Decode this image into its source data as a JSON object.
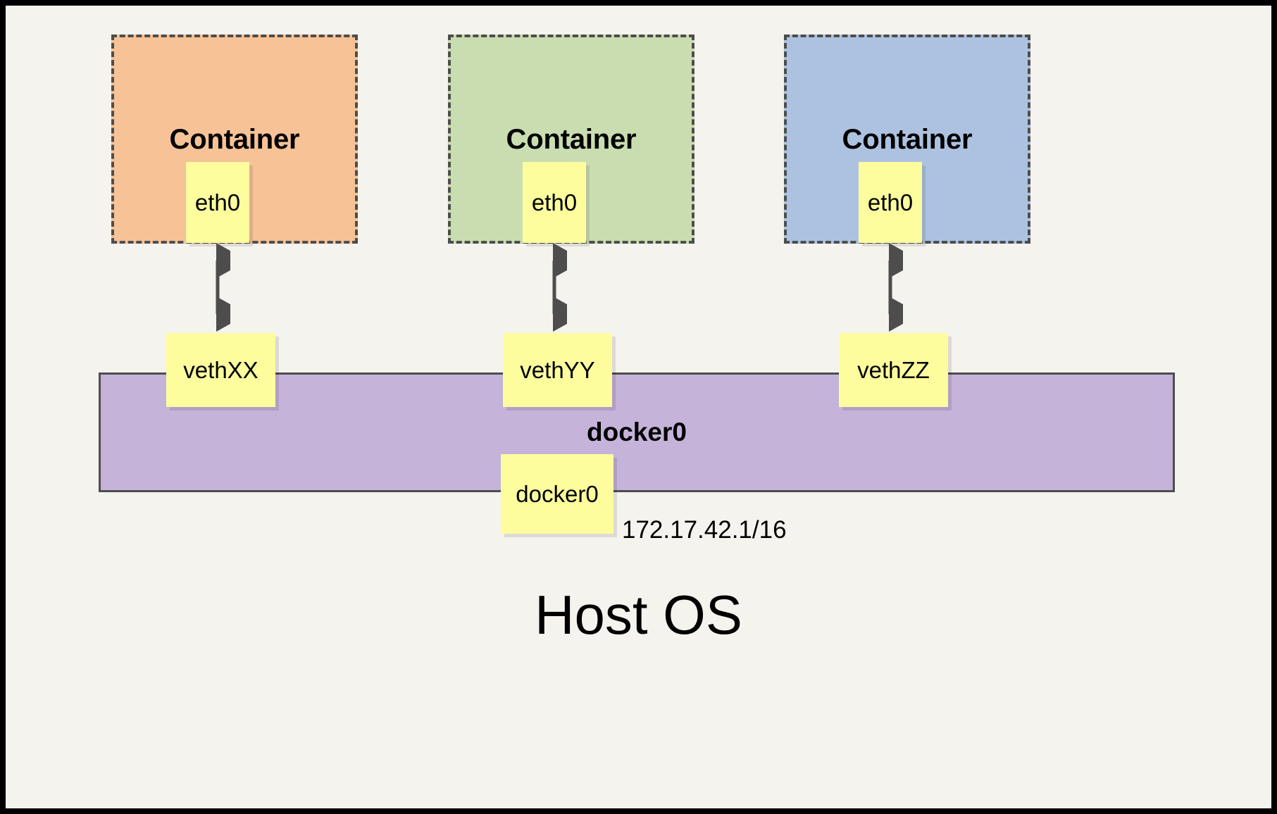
{
  "diagram": {
    "title_bottom": "Host OS",
    "background_color": "#f4f3ee",
    "frame_color": "#000000"
  },
  "containers": [
    {
      "label": "Container",
      "fill": "#f7c296",
      "border": "#4d4d4d",
      "interface": {
        "label": "eth0",
        "fill": "#fdfd9e"
      }
    },
    {
      "label": "Container",
      "fill": "#c9ddb0",
      "border": "#4d4d4d",
      "interface": {
        "label": "eth0",
        "fill": "#fdfd9e"
      }
    },
    {
      "label": "Container",
      "fill": "#adc2e0",
      "border": "#4d4d4d",
      "interface": {
        "label": "eth0",
        "fill": "#fdfd9e"
      }
    }
  ],
  "veth_pairs": [
    {
      "label": "vethXX"
    },
    {
      "label": "vethYY"
    },
    {
      "label": "vethZZ"
    }
  ],
  "bridge": {
    "name": "docker0",
    "port_label": "docker0",
    "ip_address": "172.17.42.1/16",
    "fill": "#c5b3da",
    "border": "#4d4d4d"
  },
  "arrows": {
    "color": "#4d4d4d",
    "style": "double-headed"
  }
}
